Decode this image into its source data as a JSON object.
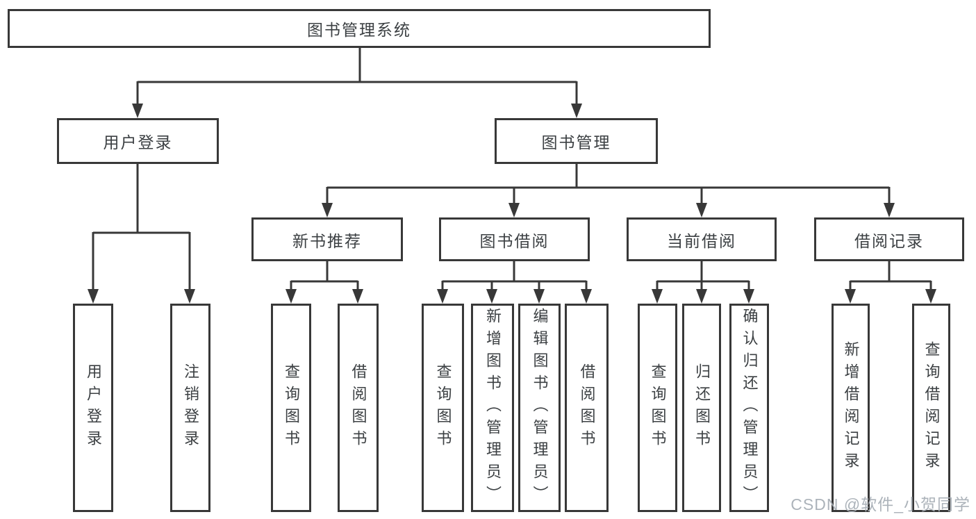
{
  "tree": {
    "root": {
      "label": "图书管理系统"
    },
    "level2": [
      {
        "label": "用户登录"
      },
      {
        "label": "图书管理"
      }
    ],
    "level3": [
      {
        "label": "新书推荐"
      },
      {
        "label": "图书借阅"
      },
      {
        "label": "当前借阅"
      },
      {
        "label": "借阅记录"
      }
    ],
    "leaves": {
      "user_login": [
        "用户登录",
        "注销登录"
      ],
      "new_book": [
        "查询图书",
        "借阅图书"
      ],
      "book_borrow": [
        "查询图书",
        "新增图书（管理员）",
        "编辑图书（管理员）",
        "借阅图书"
      ],
      "current_borrow": [
        "查询图书",
        "归还图书",
        "确认归还（管理员）"
      ],
      "borrow_record": [
        "新增借阅记录",
        "查询借阅记录"
      ]
    }
  },
  "watermark": "CSDN @软件_小贺同学",
  "colors": {
    "line": "#383838",
    "text": "#3c4043",
    "background": "#ffffff",
    "watermark": "#a8afb6"
  }
}
